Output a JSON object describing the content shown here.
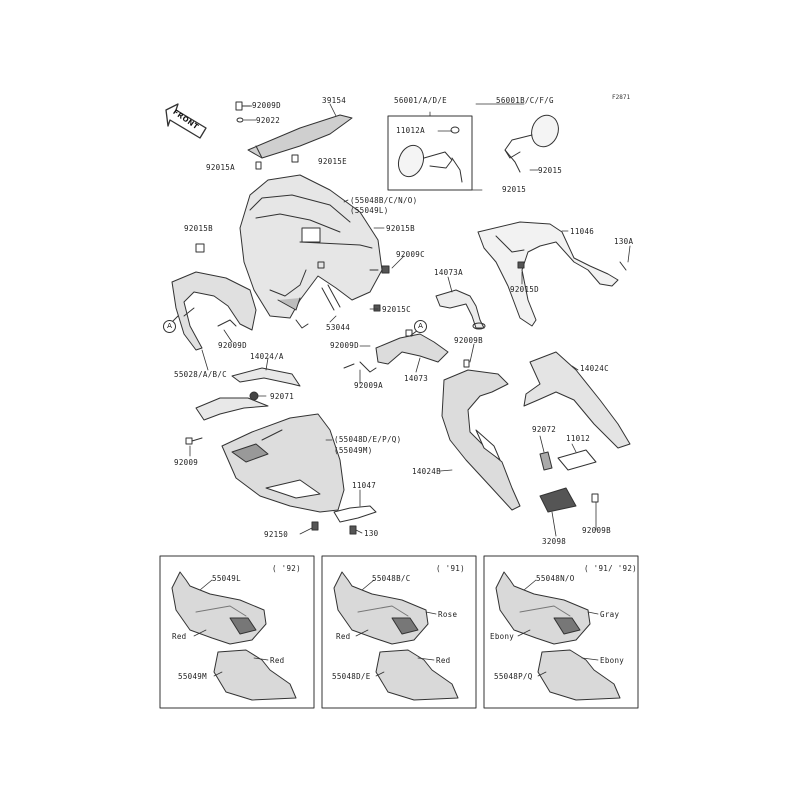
{
  "figure_id": "F2871",
  "front_label": "FRONT",
  "callout_letter": "A",
  "labels": {
    "p92009D_top": "92009D",
    "p92022": "92022",
    "p39154": "39154",
    "p92015A": "92015A",
    "p92015E": "92015E",
    "p56001": "56001/A/D/E",
    "p11012A": "11012A",
    "p56001B": "56001B/C/F/G",
    "p92015_mirror": "92015",
    "p92015_stay": "92015",
    "p55048B": "(55048B/C/N/O)",
    "p55049L": "(55049L)",
    "p92015B_right": "92015B",
    "p92015B_left": "92015B",
    "p11046": "11046",
    "p130A": "130A",
    "p92009C": "92009C",
    "p14073A": "14073A",
    "p92015D": "92015D",
    "p53044": "53044",
    "p92015C": "92015C",
    "p92009D_mid": "92009D",
    "p92009D_left": "92009D",
    "p55028": "55028/A/B/C",
    "p14024A": "14024/A",
    "p92009A": "92009A",
    "p14073": "14073",
    "p92009B_top": "92009B",
    "p14024C": "14024C",
    "p92071": "92071",
    "p55048D": "(55048D/E/P/Q)",
    "p55049M": "(55049M)",
    "p92009_left": "92009",
    "p92072": "92072",
    "p11012": "11012",
    "p14024B": "14024B",
    "p11047": "11047",
    "p92150": "92150",
    "p130": "130",
    "p92009B_bottom": "92009B",
    "p32098": "32098"
  },
  "panels": [
    {
      "upper_part": "55049L",
      "year": "( '92)",
      "lower_part": "55049M",
      "colors": {
        "c1": "Red",
        "c2": "Red"
      }
    },
    {
      "upper_part": "55048B/C",
      "year": "( '91)",
      "lower_part": "55048D/E",
      "colors": {
        "c0": "Rose",
        "c1": "Red",
        "c2": "Red"
      }
    },
    {
      "upper_part": "55048N/O",
      "year": "( '91/ '92)",
      "lower_part": "55048P/Q",
      "colors": {
        "c0": "Gray",
        "c1": "Ebony",
        "c2": "Ebony"
      }
    }
  ]
}
